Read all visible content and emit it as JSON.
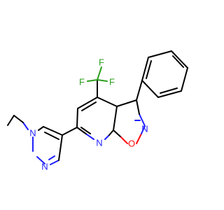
{
  "molecule": {
    "atoms": {
      "N_pyrazole_1": "N",
      "N_pyrazole_2": "N",
      "N_pyridine": "N",
      "O_isoxazole": "O",
      "N_isoxazole": "N",
      "F_1": "F",
      "F_2": "F",
      "F_3": "F"
    }
  },
  "colors": {
    "carbon_bond": "#000000",
    "nitrogen": "#1f1fff",
    "oxygen": "#ff0d0d",
    "fluorine": "#2c9e1e",
    "background": "#ffffff"
  }
}
